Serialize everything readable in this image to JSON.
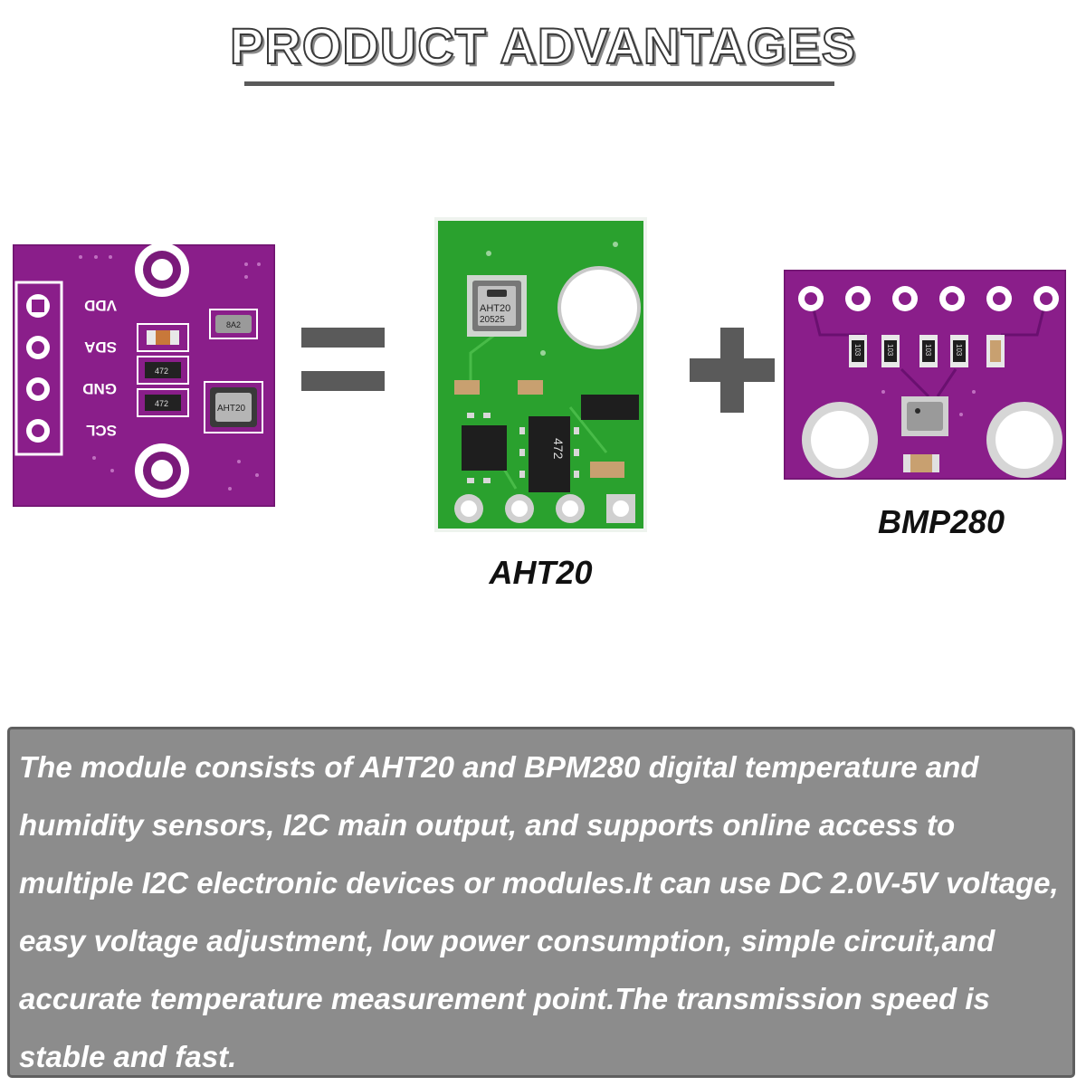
{
  "header": {
    "title": "PRODUCT ADVANTAGES"
  },
  "modules": {
    "combined": {
      "pins": [
        "VDD",
        "SDA",
        "GND",
        "SCL"
      ],
      "resistor_marks": [
        "472",
        "472"
      ],
      "chip_marks": [
        "AHT20",
        "8A2"
      ],
      "pcb_color": "#8a1e8a"
    },
    "aht20": {
      "label": "AHT20",
      "chip_mark_line1": "AHT20",
      "chip_mark_line2": "20525",
      "resistor_mark": "472",
      "pcb_color": "#2aa12e"
    },
    "bmp280": {
      "label": "BMP280",
      "resistor_marks": [
        "103",
        "103",
        "103",
        "103"
      ],
      "pcb_color": "#8a1e8a"
    }
  },
  "operators": {
    "equals_icon": "equals-icon",
    "plus_icon": "plus-icon",
    "color": "#5a5a5a"
  },
  "description": {
    "text": "The module consists of AHT20 and BPM280 digital temperature and humidity sensors, I2C main output, and supports online access to multiple I2C electronic devices or modules.It can use DC 2.0V-5V voltage, easy voltage adjustment, low power consumption, simple circuit,and accurate temperature measurement point.The transmission speed is stable and fast."
  }
}
